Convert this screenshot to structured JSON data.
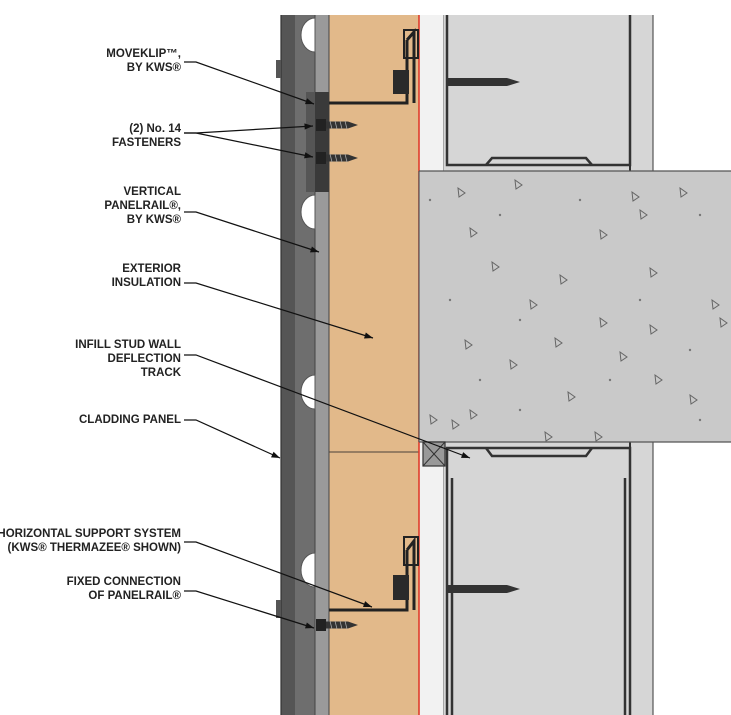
{
  "callouts": [
    {
      "id": "moveklip",
      "lines": [
        "MOVEKLIP™,",
        "BY KWS®"
      ]
    },
    {
      "id": "fasteners",
      "lines": [
        "(2) No. 14",
        "FASTENERS"
      ]
    },
    {
      "id": "vertical-panelrail",
      "lines": [
        "VERTICAL",
        "PANELRAIL®,",
        "BY KWS®"
      ]
    },
    {
      "id": "exterior-insulation",
      "lines": [
        "EXTERIOR",
        "INSULATION"
      ]
    },
    {
      "id": "deflection-track",
      "lines": [
        "INFILL STUD WALL",
        "DEFLECTION",
        "TRACK"
      ]
    },
    {
      "id": "cladding-panel",
      "lines": [
        "CLADDING PANEL"
      ]
    },
    {
      "id": "horizontal-support",
      "lines": [
        "HORIZONTAL SUPPORT SYSTEM",
        "(KWS® THERMAZEE® SHOWN)"
      ]
    },
    {
      "id": "fixed-connection",
      "lines": [
        "FIXED CONNECTION",
        "OF PANELRAIL®"
      ]
    }
  ],
  "colors": {
    "cladding": "#6e6e6e",
    "cladding_dark": "#555555",
    "panelrail": "#9a9a9a",
    "insulation": "#e2b98a",
    "membrane": "#e03c2a",
    "sheathing": "#f2f2f2",
    "stud_cavity": "#d6d6d6",
    "concrete": "#c9c9c9",
    "steel": "#3a3a3a"
  }
}
